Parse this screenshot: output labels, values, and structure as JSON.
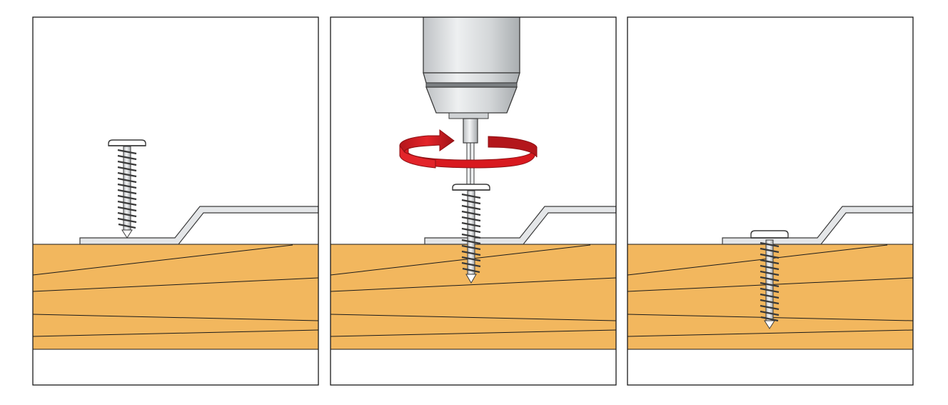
{
  "colors": {
    "panel_border": "#1a1a1a",
    "wood": "#f2b75e",
    "grain": "#1a1a1a",
    "metal_fill": "#e4e6e8",
    "metal_stroke": "#3a3a3a",
    "drill_body": "#d6d8da",
    "drill_dark": "#8e9194",
    "rotation_arrow": "#e01e24",
    "rotation_arrow_dark": "#9b1216"
  },
  "panels": [
    {
      "step": 1,
      "stage": "screw-positioned-above-sheet",
      "tool": "none"
    },
    {
      "step": 2,
      "stage": "drill-driving-screw",
      "tool": "drill",
      "rotation": "clockwise"
    },
    {
      "step": 3,
      "stage": "screw-fully-fastened",
      "tool": "none"
    }
  ]
}
